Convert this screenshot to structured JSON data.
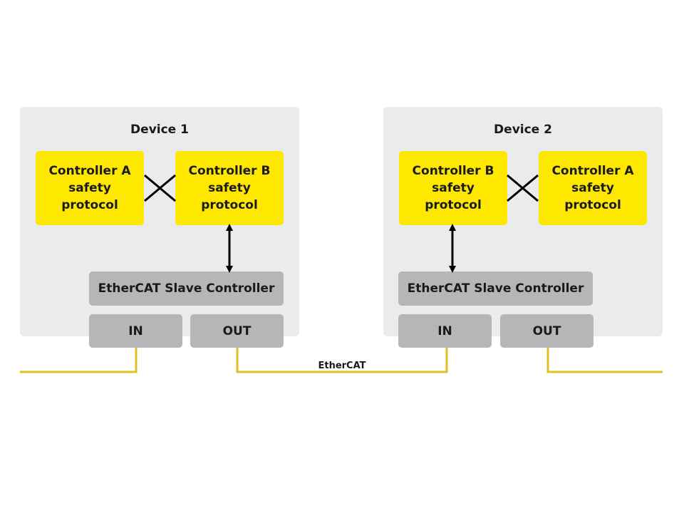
{
  "devices": [
    {
      "title": "Device 1",
      "controllers": [
        {
          "label": "Controller A\nsafety\nprotocol"
        },
        {
          "label": "Controller B\nsafety\nprotocol"
        }
      ],
      "esc_label": "EtherCAT Slave Controller",
      "ports": [
        {
          "label": "IN"
        },
        {
          "label": "OUT"
        }
      ]
    },
    {
      "title": "Device 2",
      "controllers": [
        {
          "label": "Controller B\nsafety\nprotocol"
        },
        {
          "label": "Controller A\nsafety\nprotocol"
        }
      ],
      "esc_label": "EtherCAT Slave Controller",
      "ports": [
        {
          "label": "IN"
        },
        {
          "label": "OUT"
        }
      ]
    }
  ],
  "bus_label": "EtherCAT",
  "colors": {
    "controller_fill": "#ffe800",
    "esc_fill": "#b4b6b8",
    "device_fill": "#e9ebed",
    "bus_line": "#e0c020"
  }
}
